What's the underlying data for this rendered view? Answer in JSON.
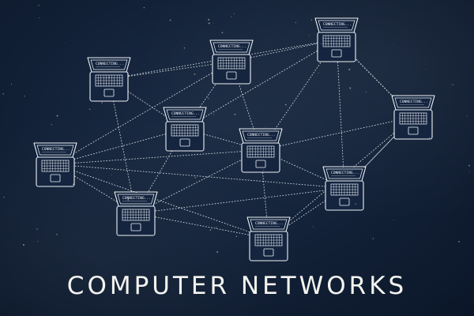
{
  "title": "COMPUTER NETWORKS",
  "screen_text": "CONNECTING...",
  "colors": {
    "background": "#132239",
    "chalk": "#eef2f5"
  },
  "nodes": [
    {
      "id": "n1",
      "icon": "laptop-icon",
      "label": "CONNECTING..."
    },
    {
      "id": "n2",
      "icon": "laptop-icon",
      "label": "CONNECTING..."
    },
    {
      "id": "n3",
      "icon": "laptop-icon",
      "label": "CONNECTING..."
    },
    {
      "id": "n4",
      "icon": "laptop-icon",
      "label": "CONNECTING..."
    },
    {
      "id": "n5",
      "icon": "laptop-icon",
      "label": "CONNECTING..."
    },
    {
      "id": "n6",
      "icon": "laptop-icon",
      "label": "CONNECTING..."
    },
    {
      "id": "n7",
      "icon": "laptop-icon",
      "label": "CONNECTING..."
    },
    {
      "id": "n8",
      "icon": "laptop-icon",
      "label": "CONNECTING..."
    },
    {
      "id": "n9",
      "icon": "laptop-icon",
      "label": "CONNECTING..."
    },
    {
      "id": "n10",
      "icon": "laptop-icon",
      "label": "CONNECTING..."
    }
  ],
  "links": [
    [
      "n1",
      "n2"
    ],
    [
      "n1",
      "n3"
    ],
    [
      "n1",
      "n4"
    ],
    [
      "n1",
      "n8"
    ],
    [
      "n2",
      "n3"
    ],
    [
      "n2",
      "n4"
    ],
    [
      "n2",
      "n5"
    ],
    [
      "n2",
      "n6"
    ],
    [
      "n3",
      "n4"
    ],
    [
      "n3",
      "n6"
    ],
    [
      "n3",
      "n7"
    ],
    [
      "n3",
      "n9"
    ],
    [
      "n4",
      "n8"
    ],
    [
      "n4",
      "n6"
    ],
    [
      "n4",
      "n5"
    ],
    [
      "n5",
      "n8"
    ],
    [
      "n5",
      "n10"
    ],
    [
      "n5",
      "n6"
    ],
    [
      "n5",
      "n9"
    ],
    [
      "n6",
      "n7"
    ],
    [
      "n6",
      "n8"
    ],
    [
      "n6",
      "n10"
    ],
    [
      "n6",
      "n9"
    ],
    [
      "n7",
      "n9"
    ],
    [
      "n7",
      "n10"
    ],
    [
      "n7",
      "n3"
    ],
    [
      "n8",
      "n10"
    ],
    [
      "n8",
      "n9"
    ],
    [
      "n9",
      "n10"
    ],
    [
      "n9",
      "n7"
    ]
  ]
}
